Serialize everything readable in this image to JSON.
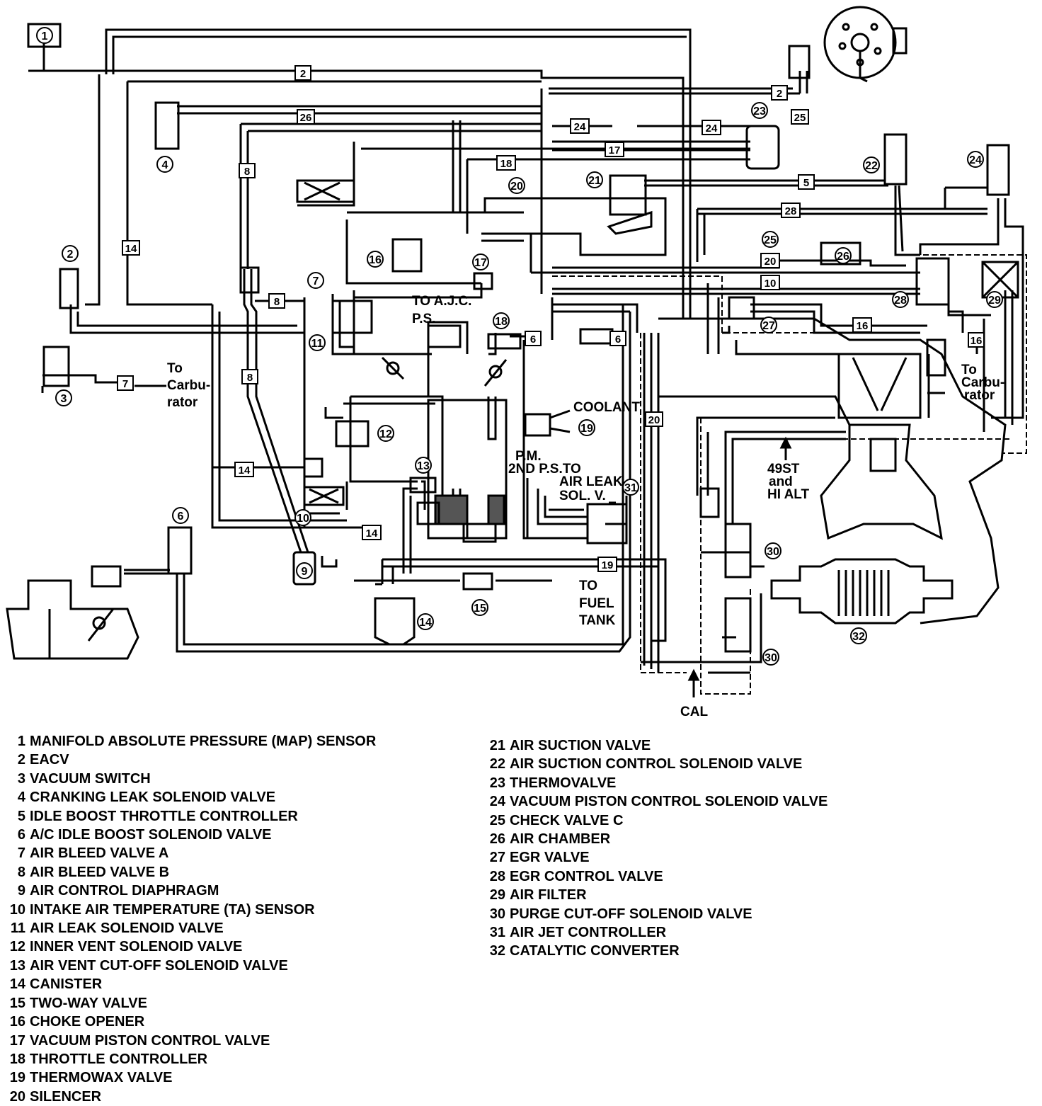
{
  "diagram": {
    "labels": {
      "to_carburetor_left": [
        "To",
        "Carbu-",
        "rator"
      ],
      "to_carburetor_right": [
        "To",
        "Carbu-",
        "rator"
      ],
      "to_ajc": "TO A.J.C.",
      "ps": "P.S.",
      "coolant": "COOLANT",
      "pm": "P.M.",
      "second_ps_to": "2ND P.S.TO",
      "air_leak_sol_v": [
        "AIR LEAK",
        "SOL. V."
      ],
      "fuel_tank": [
        "TO",
        "FUEL",
        "TANK"
      ],
      "st49": [
        "49ST",
        "and",
        "HI ALT"
      ],
      "cal": "CAL"
    },
    "callouts": [
      "1",
      "2",
      "3",
      "4",
      "6",
      "7",
      "9",
      "10",
      "11",
      "12",
      "13",
      "14",
      "15",
      "16",
      "17",
      "18",
      "19",
      "20",
      "21",
      "22",
      "23",
      "24",
      "25",
      "26",
      "27",
      "28",
      "29",
      "30",
      "31",
      "32"
    ],
    "hose_tags": [
      "2",
      "2",
      "26",
      "24",
      "24",
      "17",
      "18",
      "8",
      "8",
      "8",
      "14",
      "14",
      "14",
      "7",
      "5",
      "28",
      "20",
      "10",
      "16",
      "6",
      "6",
      "20",
      "19",
      "16",
      "25"
    ]
  },
  "legend": {
    "left": [
      {
        "num": "1",
        "name": "MANIFOLD ABSOLUTE PRESSURE (MAP) SENSOR"
      },
      {
        "num": "2",
        "name": "EACV"
      },
      {
        "num": "3",
        "name": "VACUUM SWITCH"
      },
      {
        "num": "4",
        "name": "CRANKING LEAK SOLENOID VALVE"
      },
      {
        "num": "5",
        "name": "IDLE BOOST THROTTLE CONTROLLER"
      },
      {
        "num": "6",
        "name": "A/C IDLE BOOST SOLENOID VALVE"
      },
      {
        "num": "7",
        "name": "AIR BLEED VALVE A"
      },
      {
        "num": "8",
        "name": "AIR BLEED VALVE B"
      },
      {
        "num": "9",
        "name": "AIR CONTROL DIAPHRAGM"
      },
      {
        "num": "10",
        "name": "INTAKE AIR TEMPERATURE (TA) SENSOR"
      },
      {
        "num": "11",
        "name": "AIR LEAK SOLENOID VALVE"
      },
      {
        "num": "12",
        "name": "INNER VENT SOLENOID VALVE"
      },
      {
        "num": "13",
        "name": "AIR VENT CUT-OFF SOLENOID VALVE"
      },
      {
        "num": "14",
        "name": "CANISTER"
      },
      {
        "num": "15",
        "name": "TWO-WAY VALVE"
      },
      {
        "num": "16",
        "name": "CHOKE OPENER"
      },
      {
        "num": "17",
        "name": "VACUUM PISTON CONTROL VALVE"
      },
      {
        "num": "18",
        "name": "THROTTLE CONTROLLER"
      },
      {
        "num": "19",
        "name": "THERMOWAX VALVE"
      },
      {
        "num": "20",
        "name": "SILENCER"
      }
    ],
    "right": [
      {
        "num": "21",
        "name": "AIR SUCTION VALVE"
      },
      {
        "num": "22",
        "name": "AIR SUCTION CONTROL SOLENOID VALVE"
      },
      {
        "num": "23",
        "name": "THERMOVALVE"
      },
      {
        "num": "24",
        "name": "VACUUM PISTON CONTROL SOLENOID VALVE"
      },
      {
        "num": "25",
        "name": "CHECK VALVE C"
      },
      {
        "num": "26",
        "name": "AIR CHAMBER"
      },
      {
        "num": "27",
        "name": "EGR VALVE"
      },
      {
        "num": "28",
        "name": "EGR CONTROL VALVE"
      },
      {
        "num": "29",
        "name": "AIR FILTER"
      },
      {
        "num": "30",
        "name": "PURGE CUT-OFF SOLENOID VALVE"
      },
      {
        "num": "31",
        "name": "AIR JET CONTROLLER"
      },
      {
        "num": "32",
        "name": "CATALYTIC CONVERTER"
      }
    ]
  }
}
